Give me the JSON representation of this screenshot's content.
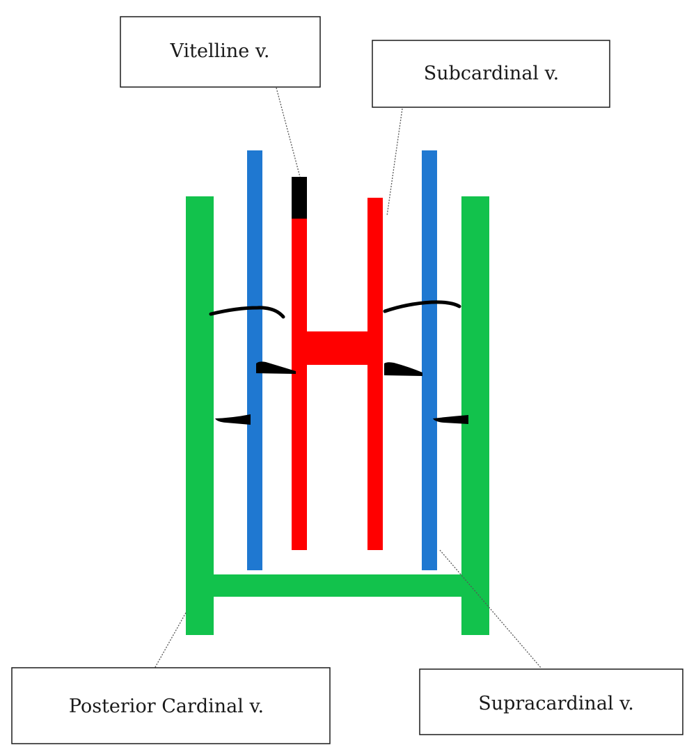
{
  "labels": {
    "vitelline": "Vitelline v.",
    "subcardinal": "Subcardinal v.",
    "posterior_cardinal": "Posterior Cardinal v.",
    "supracardinal": "Supracardinal v."
  },
  "colors": {
    "posterior_cardinal": "#12c24c",
    "supracardinal": "#1f78d1",
    "subcardinal": "#ff0000",
    "vitelline": "#000000",
    "box_border": "#1a1a1a",
    "leader_line": "#555555"
  }
}
